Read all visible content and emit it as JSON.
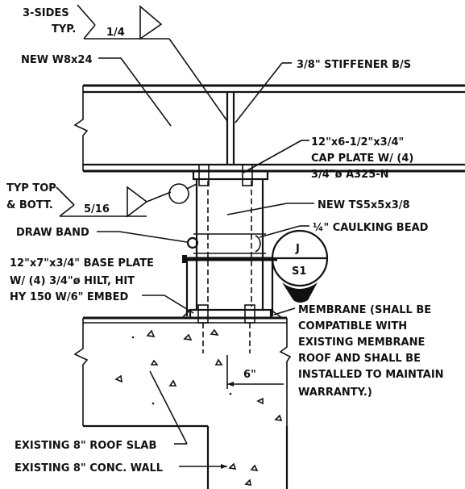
{
  "labels": {
    "weld_top_1": "3-SIDES",
    "weld_top_2": "TYP.",
    "weld_top_size": "1/4",
    "beam": "NEW W8x24",
    "stiffener": "3/8\" STIFFENER B/S",
    "cap_1": "12\"x6-1/2\"x3/4\"",
    "cap_2": "CAP PLATE W/ (4)",
    "cap_3": "3/4\"ø A325-N",
    "weld_bot_1": "TYP TOP",
    "weld_bot_2": "& BOTT.",
    "weld_bot_size": "5/16",
    "tube": "NEW TS5x5x3/8",
    "caulk": "¼\" CAULKING BEAD",
    "draw_band": "DRAW BAND",
    "base_1": "12\"x7\"x3/4\" BASE PLATE",
    "base_2": "W/ (4) 3/4\"ø HILT, HIT",
    "base_3": "HY 150 W/6\" EMBED",
    "membrane_1": "MEMBRANE (SHALL BE",
    "membrane_2": "COMPATIBLE WITH",
    "membrane_3": "EXISTING MEMBRANE",
    "membrane_4": "ROOF AND SHALL BE",
    "membrane_5": "INSTALLED TO MAINTAIN",
    "membrane_6": "WARRANTY.)",
    "dim_6": "6\"",
    "slab": "EXISTING 8\" ROOF SLAB",
    "wall": "EXISTING 8\" CONC. WALL"
  },
  "section_marker": {
    "top": "J",
    "bottom": "S1"
  }
}
